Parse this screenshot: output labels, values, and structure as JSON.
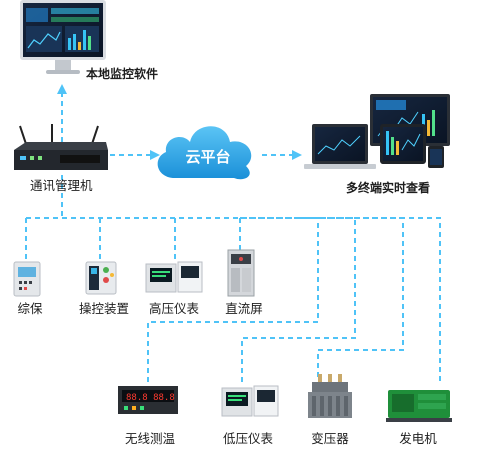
{
  "labels": {
    "local_software": "本地监控软件",
    "gateway": "通讯管理机",
    "cloud": "云平台",
    "multi_terminal": "多终端实时查看",
    "zongbao": "综保",
    "caokong": "操控装置",
    "gaoya_meter": "高压仪表",
    "dc_panel": "直流屏",
    "wireless_temp": "无线测温",
    "diya_meter": "低压仪表",
    "transformer": "变压器",
    "generator": "发电机"
  },
  "colors": {
    "line": "#4fc3f7",
    "cloud": "#1a9be0",
    "screen": "#0d1a2e"
  }
}
